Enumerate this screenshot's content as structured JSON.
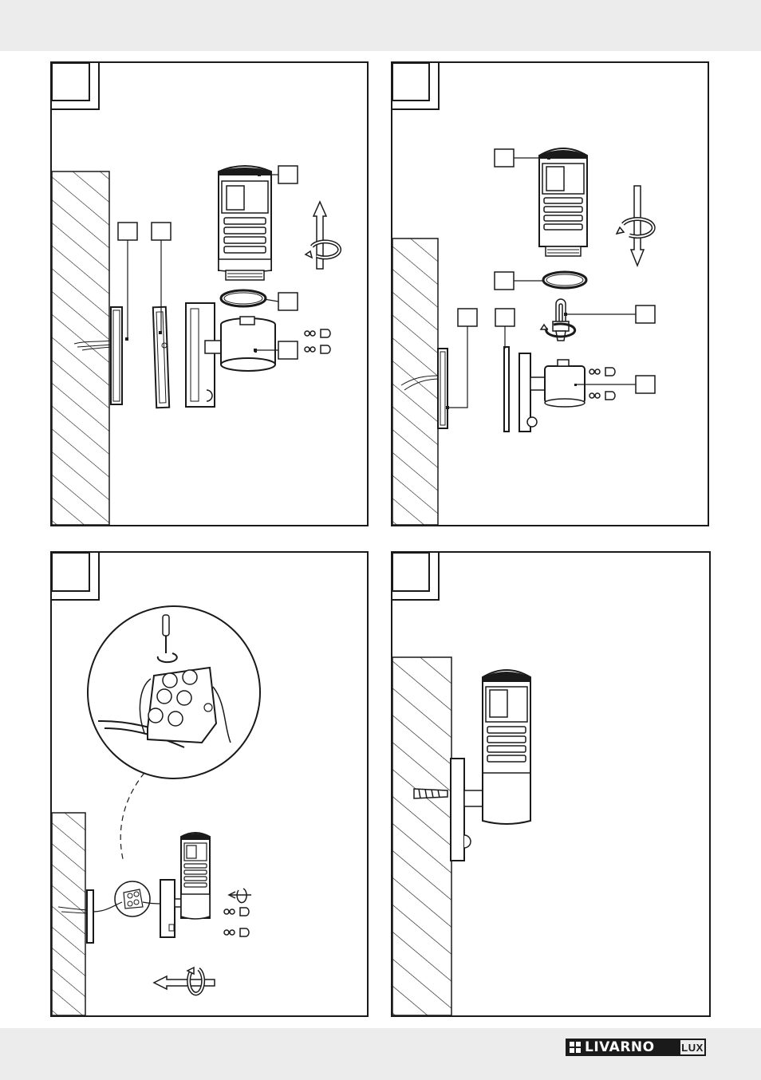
{
  "brand": {
    "name": "LIVARNO",
    "suffix": "LUX"
  },
  "panels": [
    {
      "id": "install-step-1",
      "number": ""
    },
    {
      "id": "install-step-2",
      "number": ""
    },
    {
      "id": "install-step-3",
      "number": ""
    },
    {
      "id": "install-step-4",
      "number": ""
    }
  ],
  "colors": {
    "band": "#ececec",
    "line": "#1a1a1a",
    "background": "#ffffff"
  }
}
